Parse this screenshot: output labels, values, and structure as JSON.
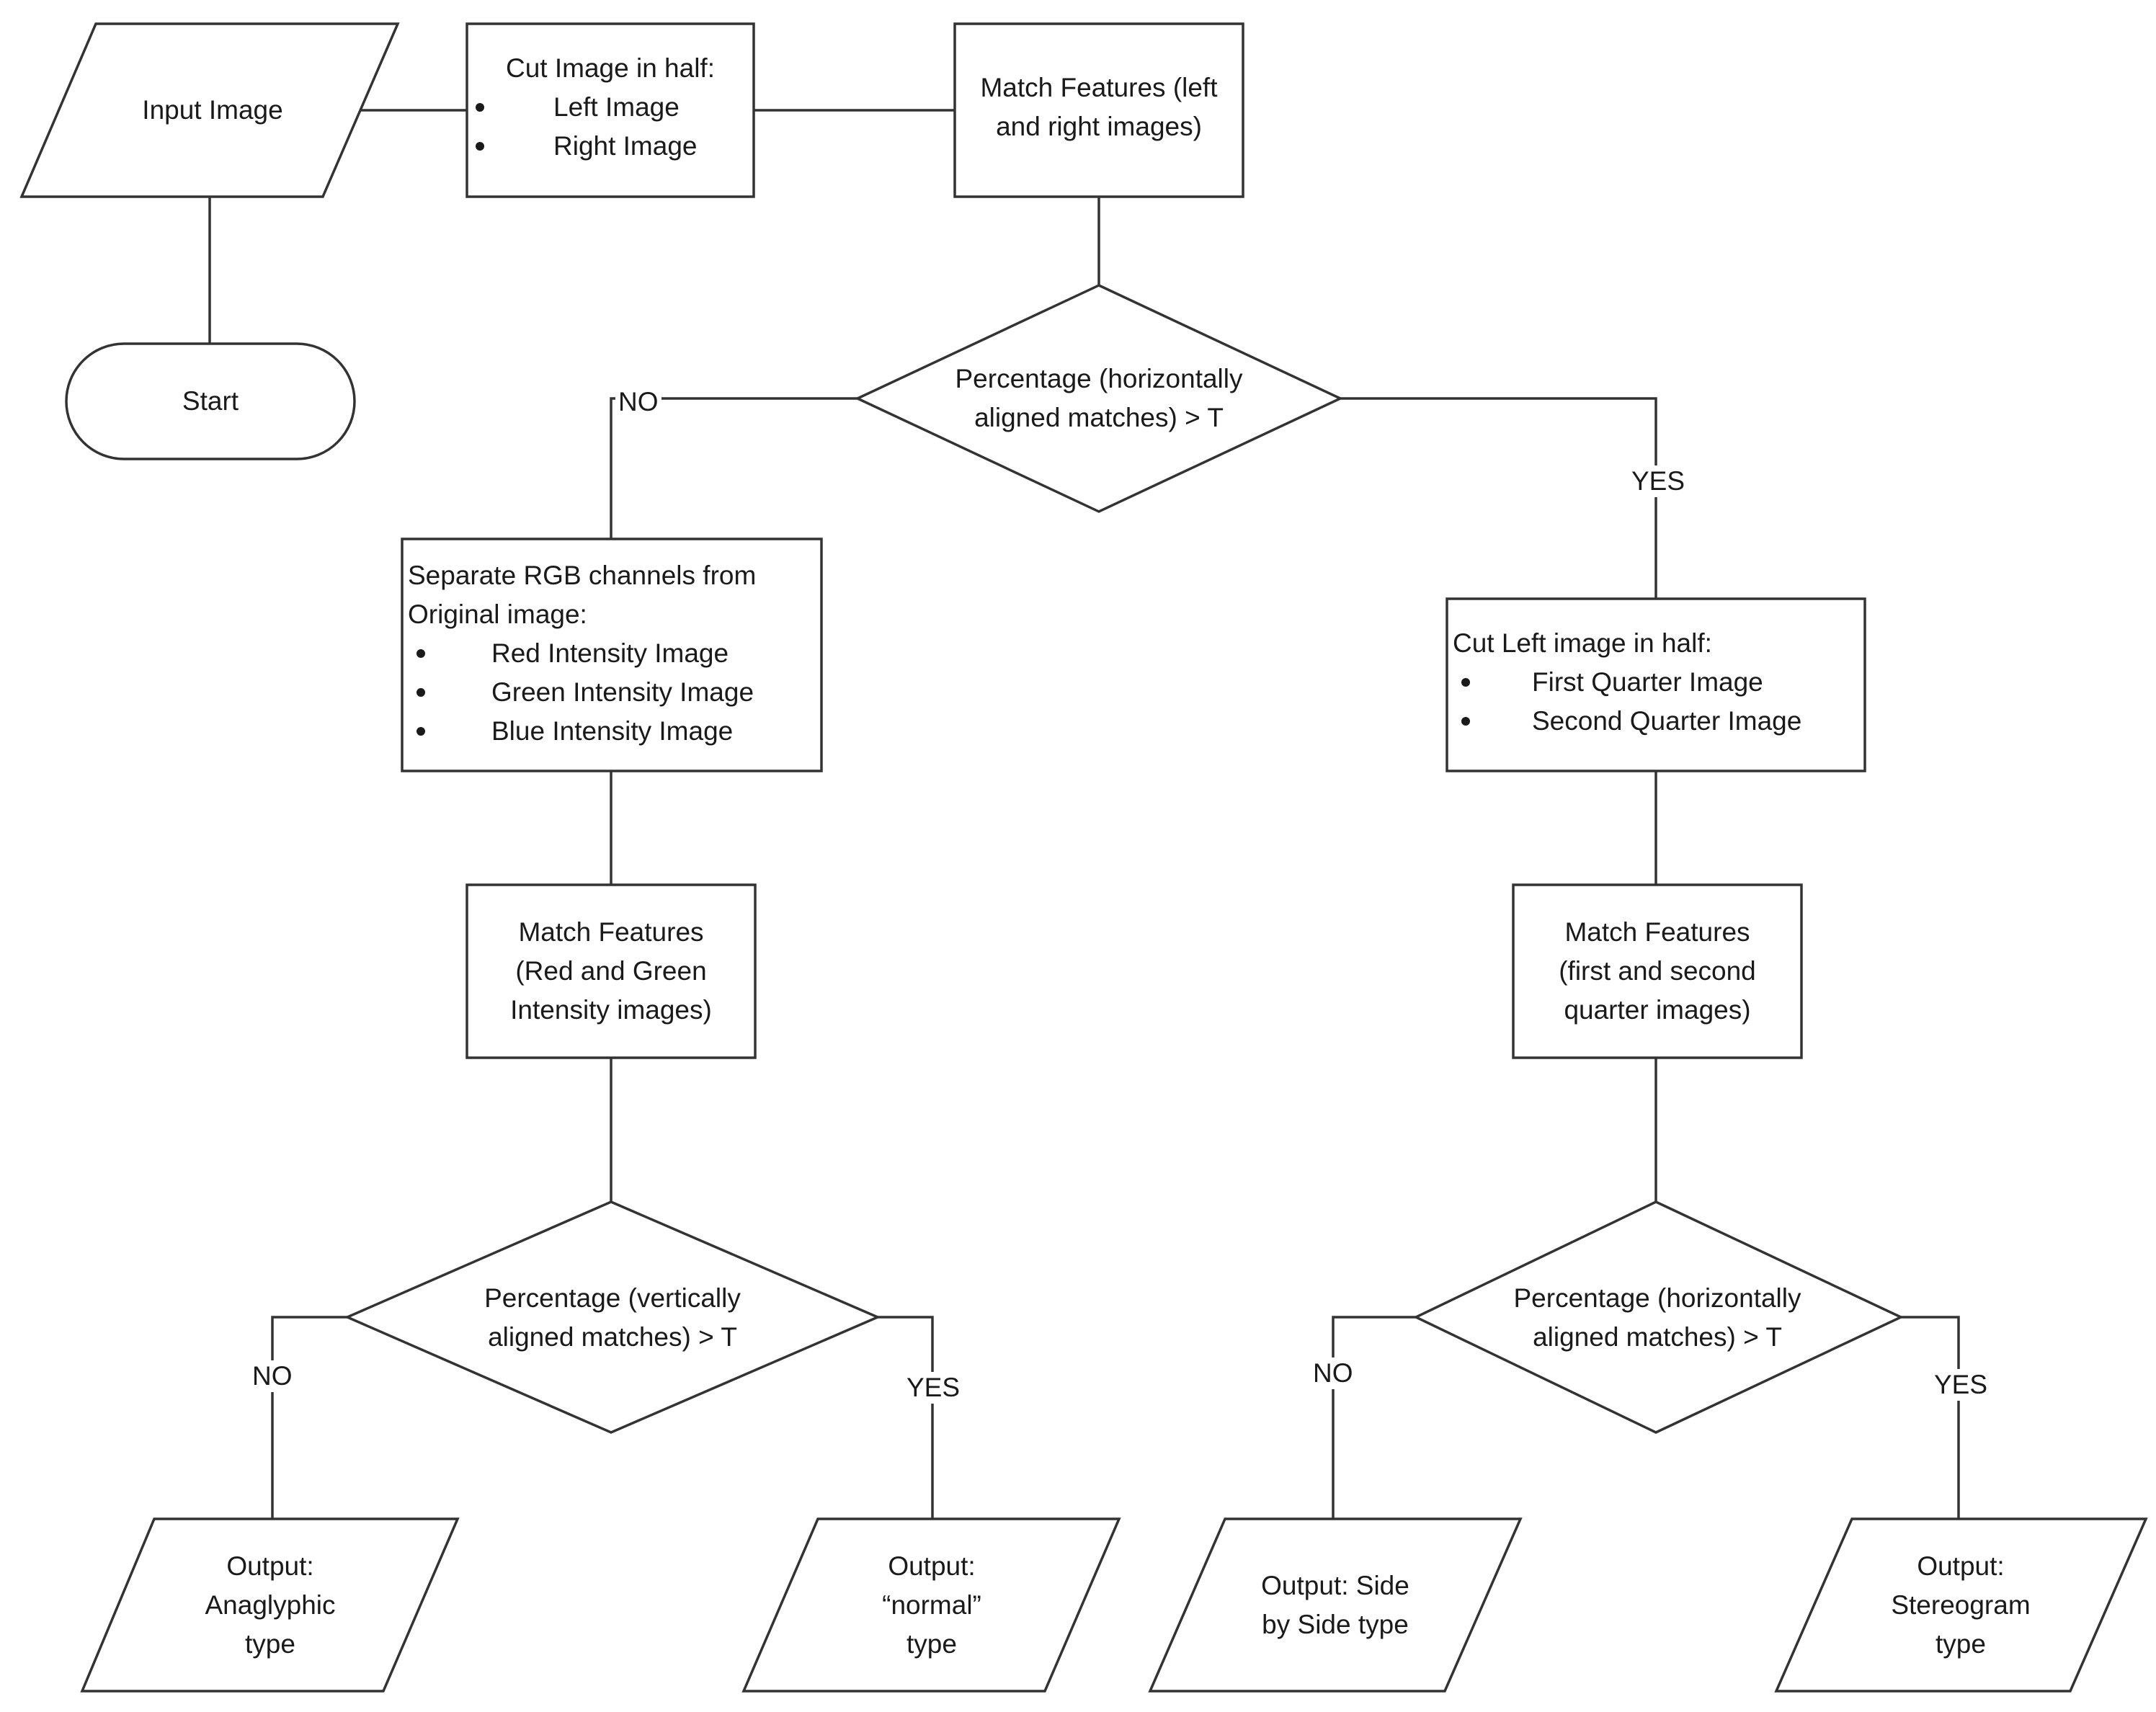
{
  "nodes": {
    "input_image": "Input Image",
    "start": "Start",
    "cut_half": {
      "title": "Cut Image in half:",
      "items": [
        "Left Image",
        "Right Image"
      ]
    },
    "match_lr": [
      "Match Features (left",
      "and right images)"
    ],
    "decision_h1": [
      "Percentage (horizontally",
      "aligned matches) > T"
    ],
    "separate_rgb": {
      "title": [
        "Separate RGB channels from",
        "Original image:"
      ],
      "items": [
        "Red Intensity Image",
        "Green Intensity Image",
        "Blue Intensity Image"
      ]
    },
    "cut_left": {
      "title": "Cut Left image in half:",
      "items": [
        "First Quarter Image",
        "Second Quarter Image"
      ]
    },
    "match_rg": [
      "Match Features",
      "(Red and Green",
      "Intensity images)"
    ],
    "match_q": [
      "Match Features",
      "(first and second",
      "quarter images)"
    ],
    "decision_v": [
      "Percentage (vertically",
      "aligned matches) > T"
    ],
    "decision_h2": [
      "Percentage (horizontally",
      "aligned matches) > T"
    ],
    "out_anaglyphic": [
      "Output:",
      "Anaglyphic",
      "type"
    ],
    "out_normal": [
      "Output:",
      "“normal”",
      "type"
    ],
    "out_sidebyside": [
      "Output: Side",
      "by Side type"
    ],
    "out_stereogram": [
      "Output:",
      "Stereogram",
      "type"
    ]
  },
  "edges": {
    "no_1": "NO",
    "yes_1": "YES",
    "no_2": "NO",
    "yes_2": "YES",
    "no_3": "NO",
    "yes_3": "YES"
  }
}
